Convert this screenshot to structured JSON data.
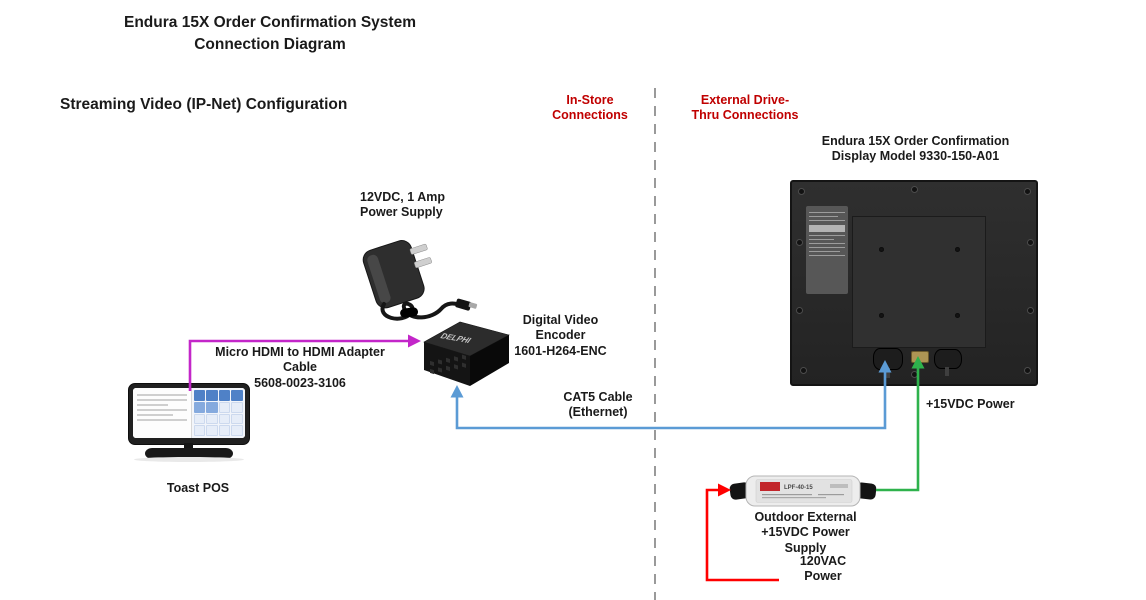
{
  "header": {
    "title_line1": "Endura 15X Order Confirmation System",
    "title_line2": "Connection Diagram",
    "subtitle": "Streaming Video (IP-Net) Configuration"
  },
  "zones": {
    "in_store": "In-Store\nConnections",
    "drive_thru": "External Drive-\nThru Connections"
  },
  "display": {
    "caption": "Endura 15X Order Confirmation\nDisplay Model 9330-150-A01"
  },
  "adapter12v": {
    "caption": "12VDC, 1 Amp\nPower Supply"
  },
  "encoder": {
    "caption": "Digital Video\nEncoder\n1601-H264-ENC",
    "brand": "DELPHI"
  },
  "pos": {
    "caption": "Toast POS"
  },
  "outdoor_psu": {
    "caption": "Outdoor External\n+15VDC Power\nSupply",
    "model": "LPF-40-15"
  },
  "cables": {
    "hdmi_label": "Micro HDMI to HDMI Adapter\nCable\n5608-0023-3106",
    "cat5_label": "CAT5 Cable\n(Ethernet)",
    "dc15_label": "+15VDC Power",
    "ac120_label": "120VAC\nPower"
  },
  "colors": {
    "hdmi_magenta": "#c326c9",
    "cat5_blue": "#5b9bd5",
    "dc15_green": "#2eb24c",
    "ac120_red": "#ff0000",
    "zone_red_text": "#c00000",
    "divider_gray": "#808080"
  }
}
